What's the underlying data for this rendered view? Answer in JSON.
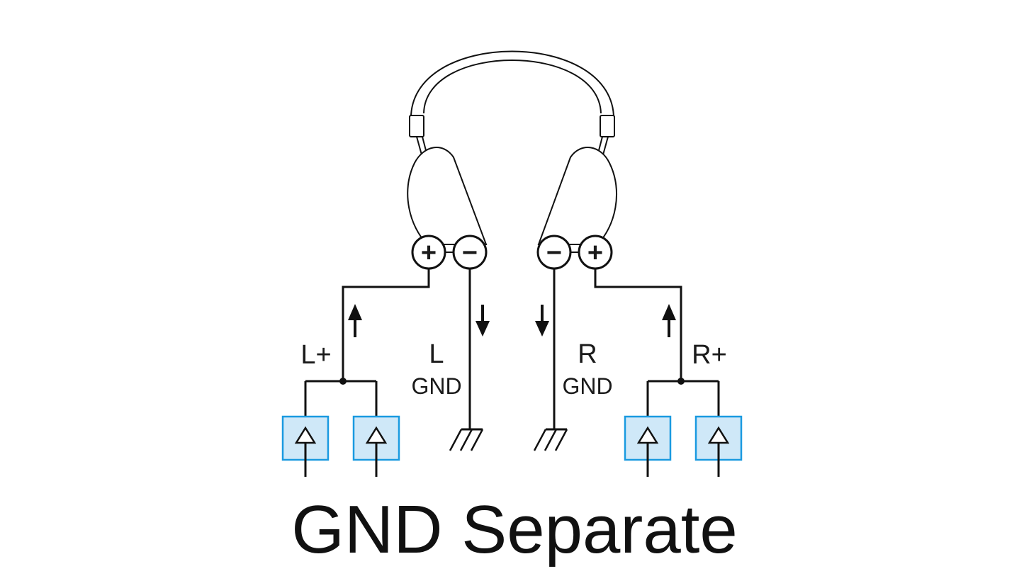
{
  "title": "GND Separate",
  "labels": {
    "left_plus": "L+",
    "left_gnd_line1": "L",
    "left_gnd_line2": "GND",
    "right_gnd_line1": "R",
    "right_gnd_line2": "GND",
    "right_plus": "R+"
  },
  "terminals": {
    "plus_symbol": "+",
    "minus_symbol": "−"
  },
  "colors": {
    "line": "#111111",
    "amp_fill": "#cfe8f8",
    "amp_border": "#1a9ae0",
    "background": "#ffffff"
  },
  "icons": [
    "headphones-icon",
    "amplifier-icon",
    "ground-icon",
    "arrow-up-icon",
    "arrow-down-icon"
  ]
}
